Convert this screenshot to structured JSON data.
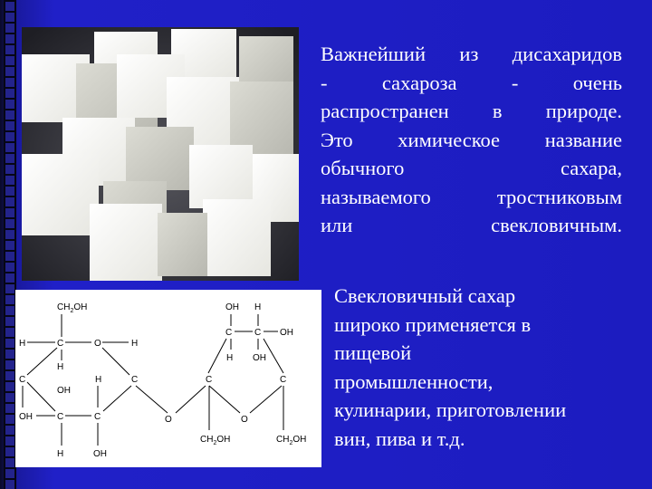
{
  "paragraph1": {
    "lines": [
      "Важнейший из дисахаридов",
      "- сахароза - очень",
      "распространен в природе.",
      "Это химическое название",
      "обычного сахара,",
      "называемого тростниковым",
      "или свекловичным."
    ]
  },
  "paragraph2": {
    "lines": [
      "Свекловичный сахар",
      "широко применяется в",
      "пищевой",
      "промышленности,",
      "кулинарии, приготовлении",
      "вин, пива и т.д."
    ]
  },
  "formula": {
    "ch2oh_top": "CH",
    "ch2oh_top_sub": "2",
    "ch2oh_top_tail": "OH",
    "labels": {
      "H": "H",
      "C": "C",
      "O": "O",
      "OH": "OH"
    },
    "ch2oh_bottom_left": "CH",
    "ch2oh_bottom_left_sub": "2",
    "ch2oh_bottom_left_tail": "OH",
    "ch2oh_bottom_right": "CH",
    "ch2oh_bottom_right_sub": "2",
    "ch2oh_bottom_right_tail": "OH"
  },
  "colors": {
    "background": "#2020c8",
    "text": "#ffffff"
  },
  "icons": {
    "photo": "sugar-cubes-photo"
  }
}
